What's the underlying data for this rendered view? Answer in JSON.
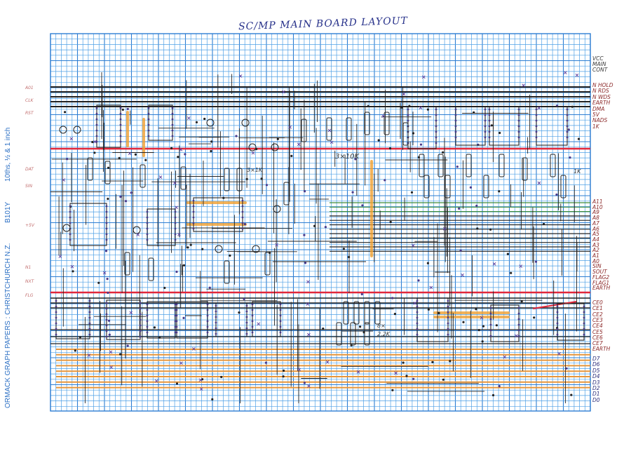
{
  "title": "SC/MP MAIN BOARD LAYOUT",
  "paper_label": {
    "brand": "ORMACK GRAPH PAPERS : CHRISTCHURCH N.Z.",
    "code": "B101Y",
    "ruling": "10ths, ½ & 1 inch"
  },
  "right_labels_top": [
    "VCC",
    "MAIN",
    "CONT"
  ],
  "right_labels_bus": [
    "N HOLD",
    "N RDS",
    "N WDS",
    "EARTH",
    "DMA",
    "5V",
    "NADS",
    "1K"
  ],
  "right_labels_addr": [
    "A11",
    "A10",
    "A9",
    "A8",
    "A7",
    "A6",
    "A5",
    "A4",
    "A3",
    "A2",
    "A1",
    "A0",
    "SIN",
    "SOUT",
    "FLAG2",
    "FLAG1",
    "EARTH"
  ],
  "right_labels_ce": [
    "CE0",
    "CE1",
    "CE2",
    "CE3",
    "CE4",
    "CE5",
    "CE6",
    "CE7",
    "EARTH"
  ],
  "right_labels_data": [
    "D7",
    "D6",
    "D5",
    "D4",
    "D3",
    "D2",
    "D1",
    "D0"
  ],
  "board_notes": [
    "3×10K",
    "3×1K",
    "8×",
    "2.2K",
    "1K"
  ],
  "left_margin_notes": [
    "A01",
    "CLK",
    "RST",
    "DAT",
    "SIN",
    "+5V",
    "N1",
    "NXT",
    "FLG"
  ],
  "colors": {
    "grid": "#4fa0e6",
    "grid_major": "#2d7dd2",
    "ink": "#222222",
    "red_rail": "#e0283c",
    "orange_bus": "#e8963a",
    "green_bus": "#3b8a3b",
    "highlight": "#f0a030"
  }
}
